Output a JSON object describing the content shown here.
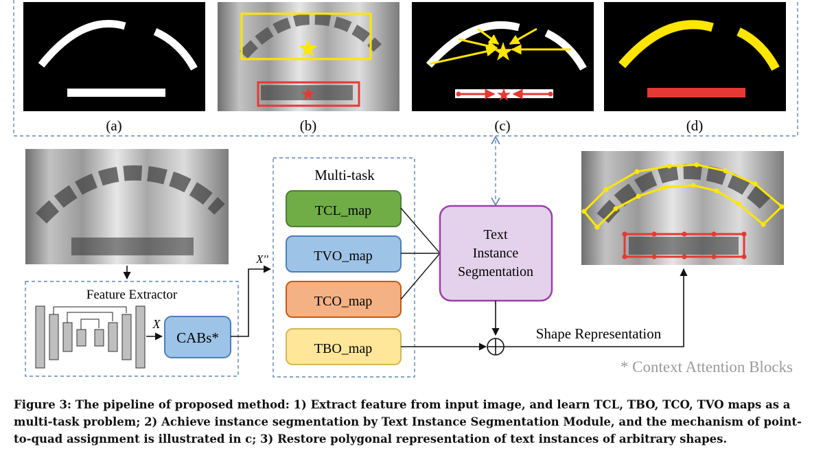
{
  "panels": {
    "a": "(a)",
    "b": "(b)",
    "c": "(c)",
    "d": "(d)"
  },
  "modules": {
    "feature_extractor": "Feature Extractor",
    "x_label": "X",
    "x2_label": "X′′",
    "cabs": "CABs*",
    "multitask": "Multi-task",
    "maps": [
      "TCL_map",
      "TVO_map",
      "TCO_map",
      "TBO_map"
    ],
    "seg_line1": "Text",
    "seg_line2": "Instance",
    "seg_line3": "Segmentation",
    "shape_rep": "Shape Representation",
    "footnote": "* Context Attention Blocks"
  },
  "caption": "Figure 3: The pipeline of proposed method: 1) Extract feature from input image, and learn TCL, TBO, TCO, TVO maps as a multi-task problem; 2) Achieve instance segmentation by Text Instance Segmentation Module, and the mechanism of point-to-quad assignment is illustrated in c; 3) Restore polygonal representation of text instances of arbitrary shapes.",
  "colors": {
    "dash_blue": "#5b86b8",
    "tcl_green": "#70ad47",
    "tvo_blue": "#9dc3e6",
    "tco_orange": "#f4b183",
    "tbo_yellow": "#ffe699",
    "seg_purple": "#e4d2ec",
    "highlight_yellow": "#ffe600",
    "highlight_red": "#e53935"
  }
}
